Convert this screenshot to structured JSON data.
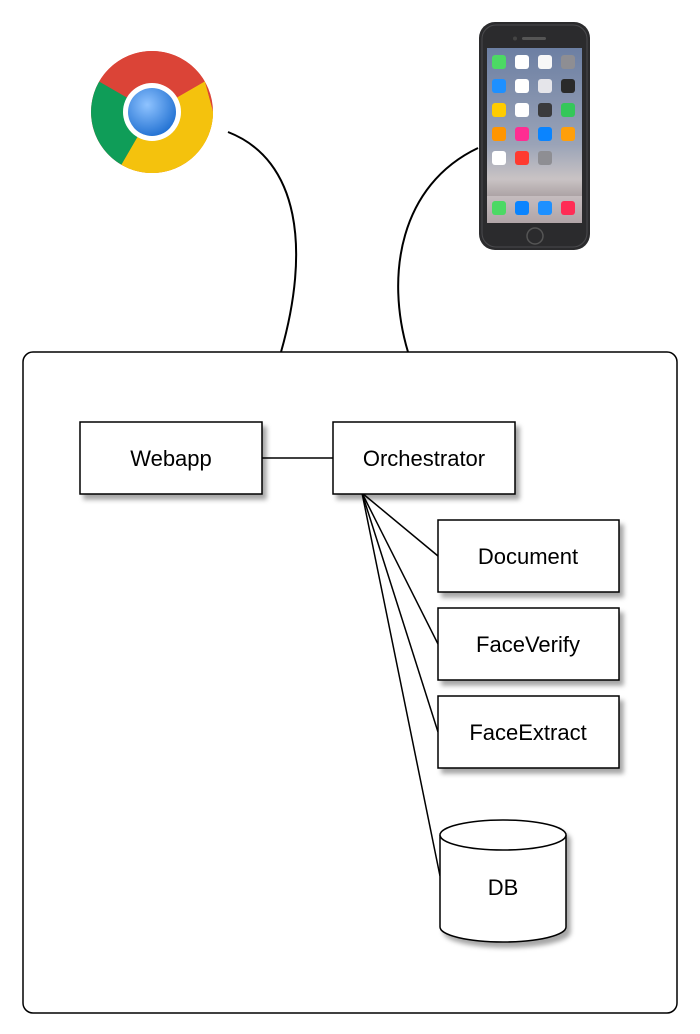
{
  "icons": {
    "browser": "chrome-browser-icon",
    "phone": "iphone-icon"
  },
  "nodes": {
    "webapp": "Webapp",
    "orchestrator": "Orchestrator",
    "document": "Document",
    "faceverify": "FaceVerify",
    "faceextract": "FaceExtract",
    "db": "DB"
  },
  "colors": {
    "stroke": "#000000",
    "background": "#ffffff",
    "chrome_red": "#db4437",
    "chrome_green": "#0f9d58",
    "chrome_yellow": "#f4c20d",
    "chrome_blue": "#4285f4",
    "phone_body": "#2b2b2d"
  }
}
